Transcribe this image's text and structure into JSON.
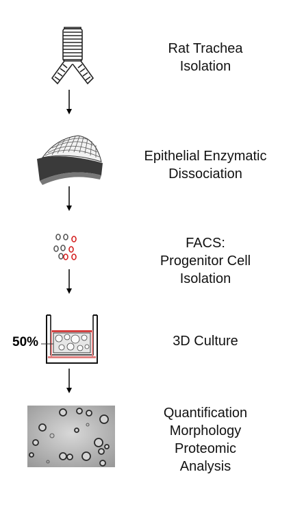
{
  "steps": [
    {
      "lines": [
        "Rat Trachea",
        "Isolation"
      ],
      "icon": "trachea-icon"
    },
    {
      "lines": [
        "Epithelial Enzymatic",
        "Dissociation"
      ],
      "icon": "epithelium-sheet-icon"
    },
    {
      "lines": [
        "FACS:",
        "Progenitor Cell",
        "Isolation"
      ],
      "icon": "sorted-cells-icon"
    },
    {
      "lines": [
        "3D Culture"
      ],
      "icon": "culture-well-icon"
    },
    {
      "lines": [
        "Quantification",
        "Morphology",
        "Proteomic",
        "Analysis"
      ],
      "icon": "microscopy-image-icon"
    }
  ],
  "culture_fill_label": "50%",
  "colors": {
    "sorted_cell": "#d42020",
    "unsorted_cell": "#555555",
    "well_stripe": "#d44040"
  }
}
